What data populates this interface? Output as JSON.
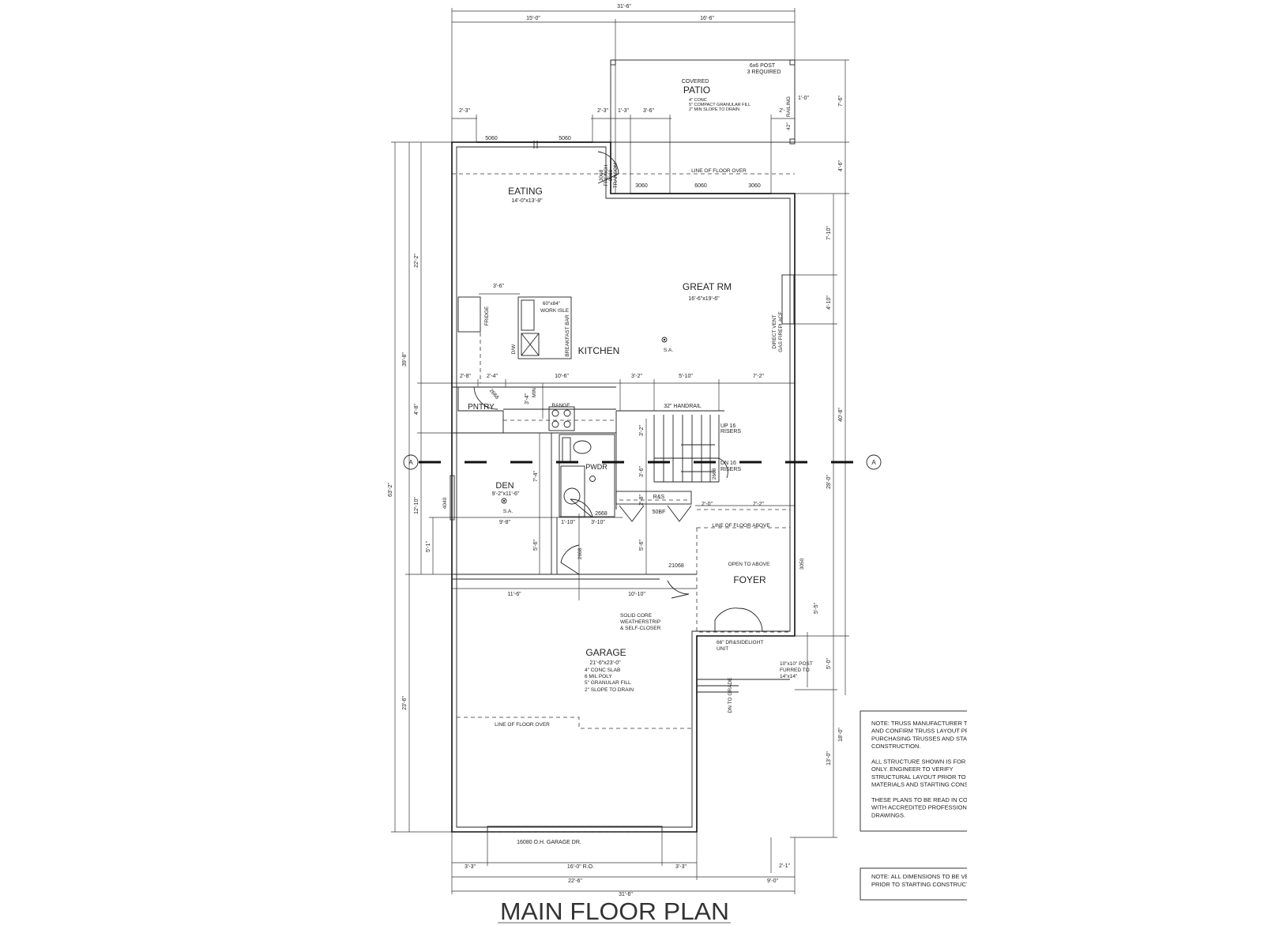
{
  "title": "MAIN FLOOR PLAN",
  "rooms": {
    "patio_sub": "COVERED",
    "patio": "PATIO",
    "patio_note_1": "4\" CONC",
    "patio_note_2": "5\" COMPACT GRANULAR FILL",
    "patio_note_3": "2\" MIN SLOPE TO DRAIN",
    "post_1": "6x6 POST",
    "post_2": "3 REQUIRED",
    "eating": "EATING",
    "eating_size": "14'-0\"x13'-8\"",
    "great_rm": "GREAT RM",
    "great_rm_size": "16'-6\"x19'-6\"",
    "kitchen": "KITCHEN",
    "pantry": "PNTRY",
    "den": "DEN",
    "den_size": "9'-2\"x11'-6\"",
    "pwdr": "PWDR",
    "foyer": "FOYER",
    "open_to_above": "OPEN TO ABOVE",
    "garage": "GARAGE",
    "garage_size": "21'-6\"x23'-0\"",
    "garage_note_1": "4\" CONC SLAB",
    "garage_note_2": "6 MIL POLY",
    "garage_note_3": "5\" GRANULAR FILL",
    "garage_note_4": "2\" SLOPE TO DRAIN",
    "sa_great": "S.A.",
    "sa_den": "S.A."
  },
  "labels": {
    "win_5060_a": "5060",
    "win_5060_b": "5060",
    "win_3060_a": "3060",
    "win_6060": "6060",
    "win_3060_b": "3060",
    "french_1": "3068",
    "french_2": "FRENCH",
    "french_3": "3010",
    "french_4": "TRANSOM",
    "floor_over_top": "LINE OF FLOOR OVER",
    "floor_over_garage": "LINE OF FLOOR OVER",
    "floor_above": "LINE OF FLOOR ABOVE",
    "railing": "RAILING",
    "railing_h": "42\"",
    "fridge": "FRIDGE",
    "work_isle_1": "60\"x84\"",
    "work_isle_2": "WORK ISLE",
    "breakfast_bar": "BREAKFAST BAR",
    "dw": "D/W",
    "fireplace_1": "DIRECT VENT",
    "fireplace_2": "GAS FIREPLACE",
    "pantry_door": "2668",
    "min": "MIN",
    "range": "RANGE",
    "handrail": "32\" HANDRAIL",
    "up_1": "UP 16",
    "up_2": "RISERS",
    "dn_1": "DN 16",
    "dn_2": "RISERS",
    "stair_door": "2668",
    "rs": "R&S",
    "bf": "50BF",
    "pwdr_door": "2668",
    "hall_door": "2668",
    "den_win": "4040",
    "garage_door_int": "21068",
    "foyer_win": "3050",
    "solid_1": "SOLID CORE",
    "solid_2": "WEATHERSTRIP",
    "solid_3": "& SELF-CLOSER",
    "entry_1": "66\" DR&SIDELIGHT",
    "entry_2": "UNIT",
    "post2_1": "10\"x10\" POST",
    "post2_2": "FURRED TO",
    "post2_3": "14\"x14\"",
    "dn_grade": "DN TO GRADE",
    "oh_door": "16080 O.H. GARAGE DR.",
    "section_left": "A",
    "section_right": "A"
  },
  "dims": [
    "31'-6\"",
    "15'-0\"",
    "16'-6\"",
    "2'-3\"",
    "2'-3\"",
    "1'-3\"",
    "3'-6\"",
    "2'-",
    "1'-0\"",
    "7'-6\"",
    "4'-6\"",
    "7'-10\"",
    "4'-10\"",
    "40'-8\"",
    "28'-0\"",
    "5'-5\"",
    "5'-0\"",
    "18'-0\"",
    "13'-0\"",
    "2'-1\"",
    "63'-2\"",
    "39'-8\"",
    "22'-2\"",
    "4'-8\"",
    "12'-10\"",
    "5'-1\"",
    "23'-6\"",
    "2'-8\"",
    "2'-4\"",
    "10'-6\"",
    "3'-2\"",
    "5'-10\"",
    "7'-2\"",
    "3'-6\"",
    "3'-4\"",
    "3'-2\"",
    "3'-6\"",
    "2'-8\"",
    "2'-0\"",
    "7'-2\"",
    "9'-8\"",
    "1'-10\"",
    "3'-10\"",
    "7'-4\"",
    "5'-6\"",
    "5'-6\"",
    "11'-6\"",
    "10'-10\"",
    "3'-3\"",
    "16'-0\" R.O.",
    "3'-3\"",
    "22'-6\"",
    "9'-0\"",
    "31'-6\""
  ],
  "notes": {
    "box1": [
      "NOTE:  TRUSS MANUFACTURER TO VERIFY",
      "AND CONFIRM TRUSS LAYOUT PRIOR TO",
      "PURCHASING TRUSSES AND STARTING",
      "CONSTRUCTION.",
      "",
      "ALL STRUCTURE SHOWN IS FOR REFERENCE",
      "ONLY. ENGINEER TO VERIFY",
      "STRUCTURAL LAYOUT PRIOR TO ORDERING",
      "MATERIALS AND STARTING CONSTRUCTION.",
      "",
      "THESE PLANS TO BE READ IN CONJUNCTION",
      "WITH ACCREDITED PROFESSIONAL",
      "DRAWINGS."
    ],
    "box2": [
      "NOTE:  ALL DIMENSIONS TO BE VERIFIED",
      "PRIOR TO STARTING CONSTRUCTION."
    ]
  }
}
